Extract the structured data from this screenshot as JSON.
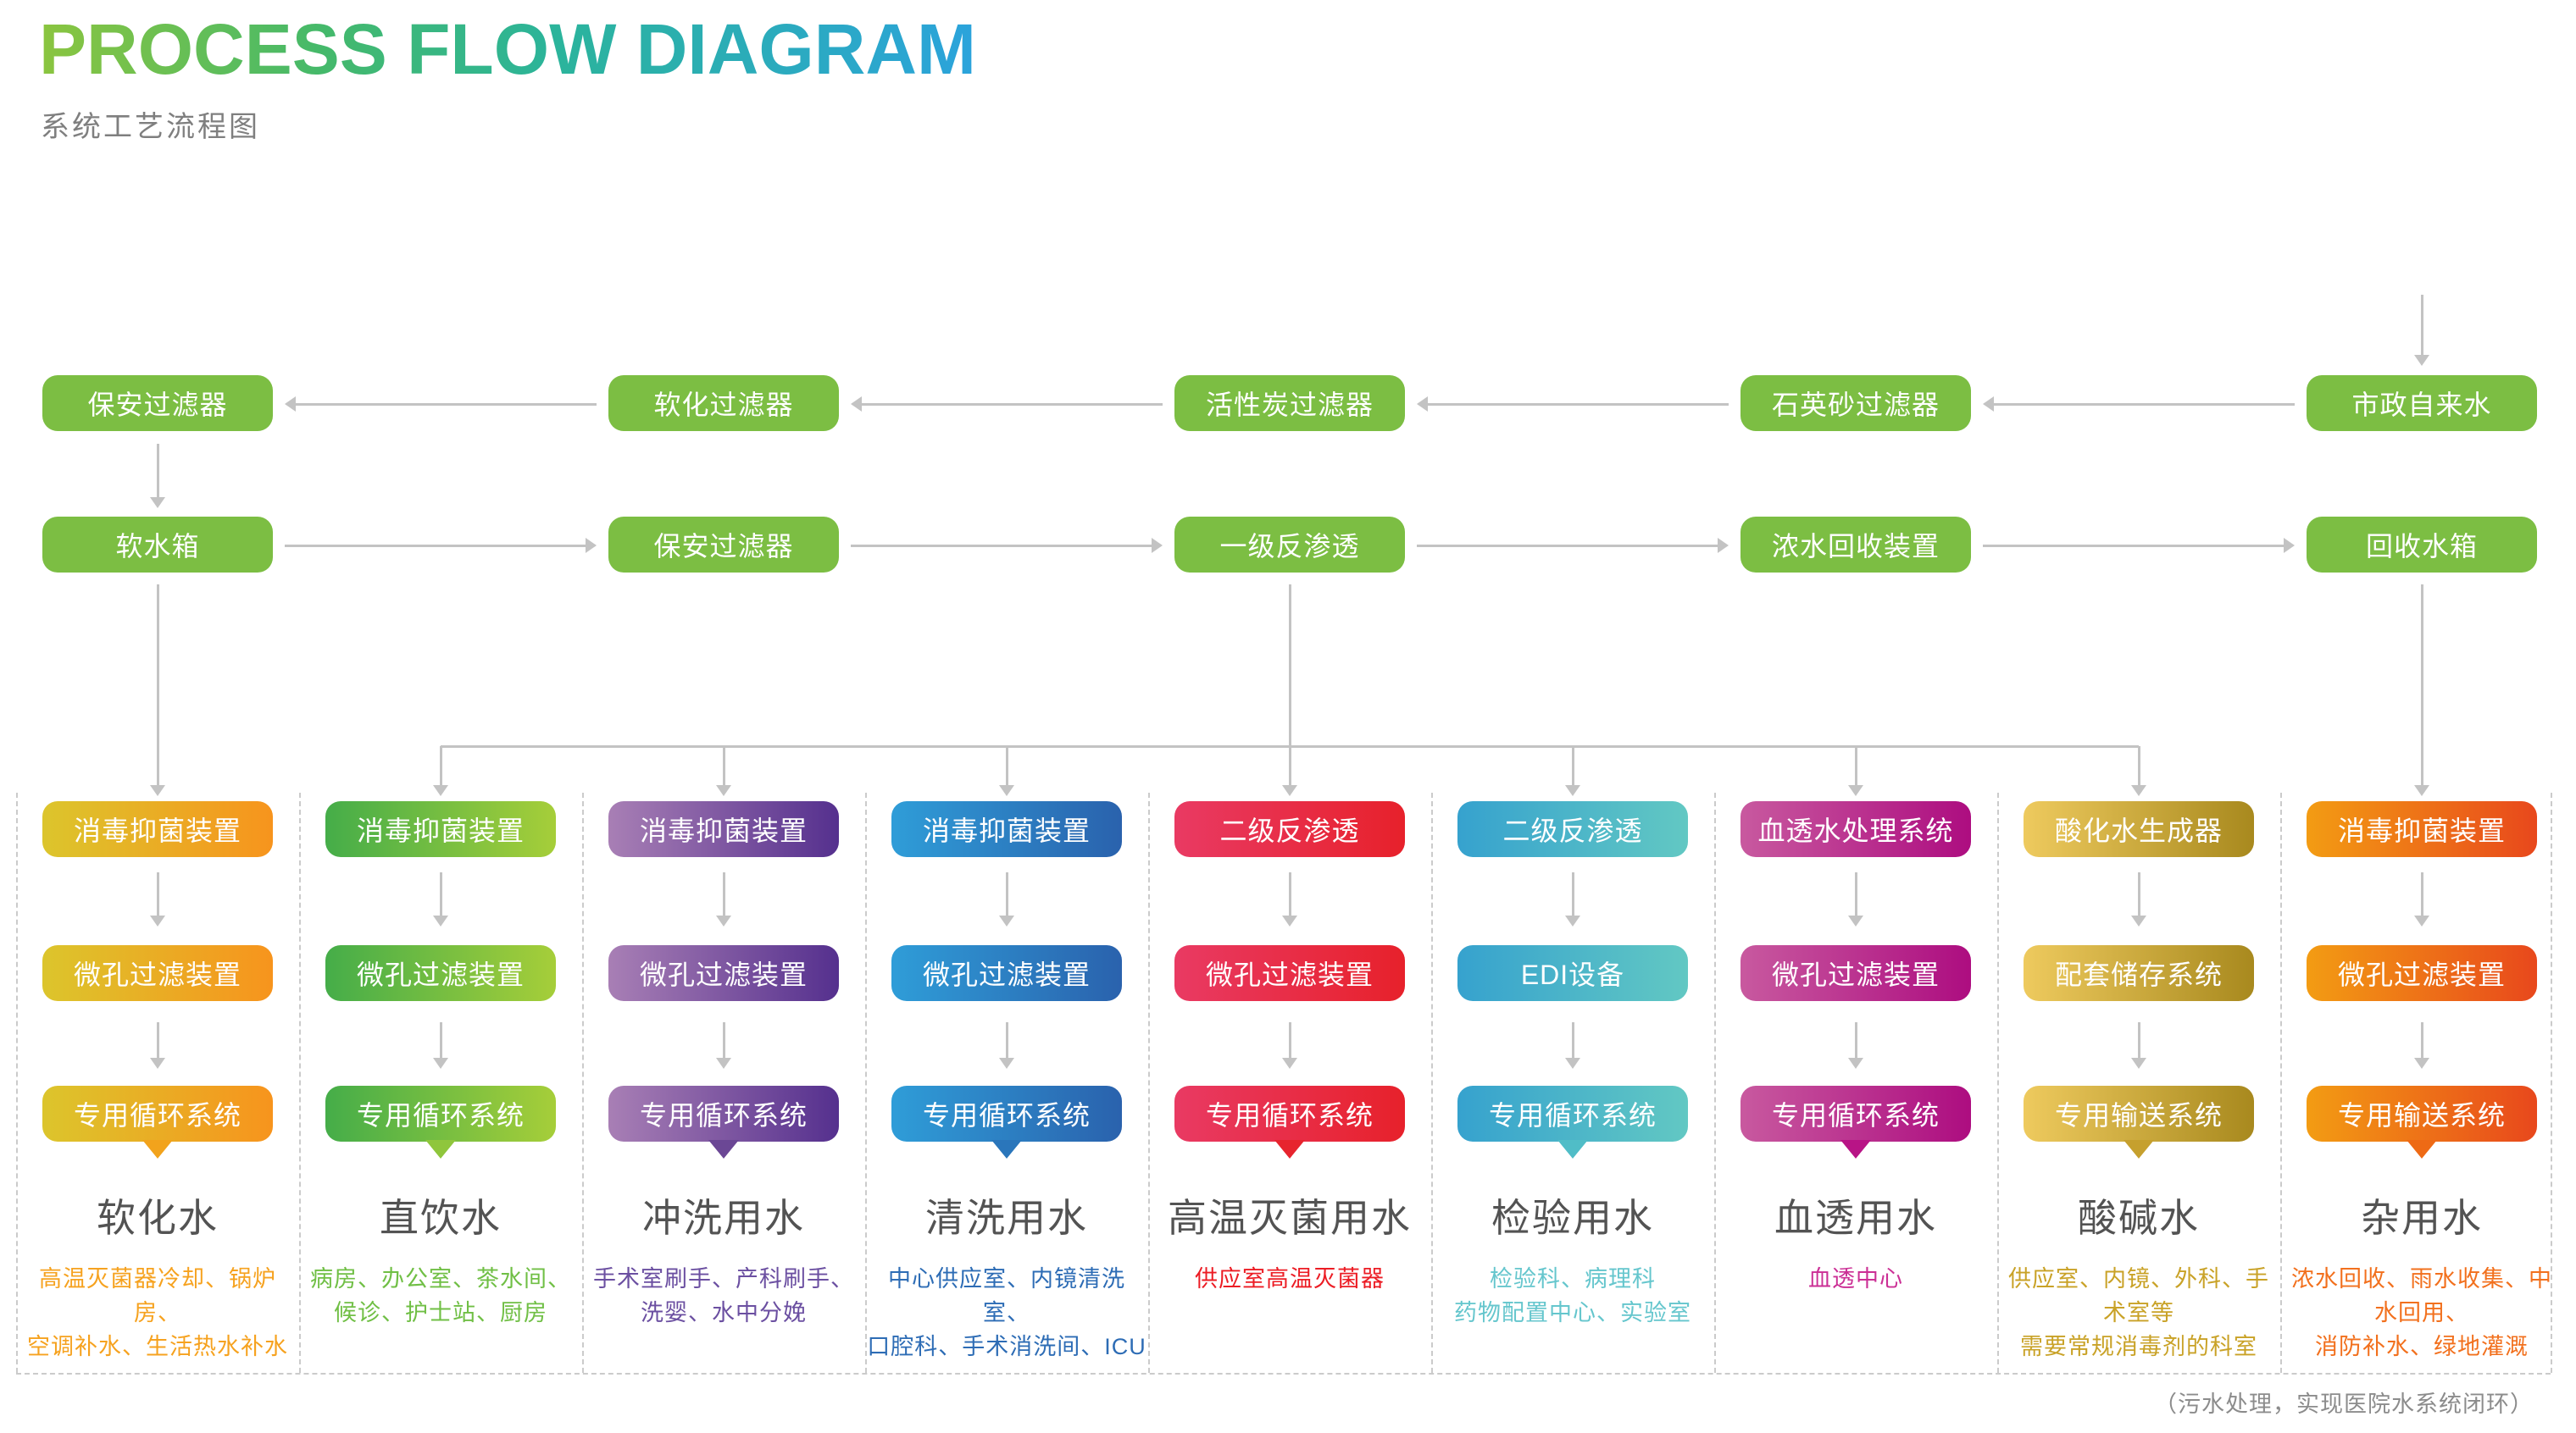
{
  "header": {
    "title": "PROCESS FLOW DIAGRAM",
    "subtitle": "系统工艺流程图"
  },
  "top_flow": {
    "box_color": "#7cbe43",
    "row1": [
      "保安过滤器",
      "软化过滤器",
      "活性炭过滤器",
      "石英砂过滤器",
      "市政自来水"
    ],
    "row2": [
      "软水箱",
      "保安过滤器",
      "一级反渗透",
      "浓水回收装置",
      "回收水箱"
    ]
  },
  "columns": [
    {
      "key": "softened-water",
      "boxes": [
        "消毒抑菌装置",
        "微孔过滤装置",
        "专用循环系统"
      ],
      "title": "软化水",
      "desc_lines": [
        "高温灭菌器冷却、锅炉房、",
        "空调补水、生活热水补水"
      ],
      "grad": [
        "#dcc52c",
        "#f7941d"
      ],
      "tail": "#f2a31c",
      "desc_color": "#f6a21f"
    },
    {
      "key": "drinking-water",
      "boxes": [
        "消毒抑菌装置",
        "微孔过滤装置",
        "专用循环系统"
      ],
      "title": "直饮水",
      "desc_lines": [
        "病房、办公室、茶水间、",
        "候诊、护士站、厨房"
      ],
      "grad": [
        "#45ad49",
        "#a6ce39"
      ],
      "tail": "#8fc63c",
      "desc_color": "#70bf45"
    },
    {
      "key": "rinsing-water",
      "boxes": [
        "消毒抑菌装置",
        "微孔过滤装置",
        "专用循环系统"
      ],
      "title": "冲洗用水",
      "desc_lines": [
        "手术室刷手、产科刷手、",
        "洗婴、水中分娩"
      ],
      "grad": [
        "#a87fb5",
        "#55308e"
      ],
      "tail": "#6b4795",
      "desc_color": "#6b4fa1"
    },
    {
      "key": "cleaning-water",
      "boxes": [
        "消毒抑菌装置",
        "微孔过滤装置",
        "专用循环系统"
      ],
      "title": "清洗用水",
      "desc_lines": [
        "中心供应室、内镜清洗室、",
        "口腔科、手术消洗间、ICU"
      ],
      "grad": [
        "#2f9dd8",
        "#2a62ad"
      ],
      "tail": "#2a76bb",
      "desc_color": "#2d6cb5"
    },
    {
      "key": "high-temp-sterilization-water",
      "boxes": [
        "二级反渗透",
        "微孔过滤装置",
        "专用循环系统"
      ],
      "title": "高温灭菌用水",
      "desc_lines": [
        "供应室高温灭菌器"
      ],
      "grad": [
        "#e93a63",
        "#e7212b"
      ],
      "tail": "#e7242e",
      "desc_color": "#ec1c24"
    },
    {
      "key": "laboratory-water",
      "boxes": [
        "二级反渗透",
        "EDI设备",
        "专用循环系统"
      ],
      "title": "检验用水",
      "desc_lines": [
        "检验科、病理科",
        "药物配置中心、实验室"
      ],
      "grad": [
        "#36a2ce",
        "#62c8c3"
      ],
      "tail": "#50bdc7",
      "desc_color": "#65c6cd"
    },
    {
      "key": "hemodialysis-water",
      "boxes": [
        "血透水处理系统",
        "微孔过滤装置",
        "专用循环系统"
      ],
      "title": "血透用水",
      "desc_lines": [
        "血透中心"
      ],
      "grad": [
        "#c8599f",
        "#ad0d80"
      ],
      "tail": "#b81486",
      "desc_color": "#cb2f95"
    },
    {
      "key": "acid-alkaline-water",
      "boxes": [
        "酸化水生成器",
        "配套储存系统",
        "专用输送系统"
      ],
      "title": "酸碱水",
      "desc_lines": [
        "供应室、内镜、外科、手术室等",
        "需要常规消毒剂的科室"
      ],
      "grad": [
        "#eeca5e",
        "#a8891e"
      ],
      "tail": "#c6a02e",
      "desc_color": "#c9a227"
    },
    {
      "key": "miscellaneous-water",
      "boxes": [
        "消毒抑菌装置",
        "微孔过滤装置",
        "专用输送系统"
      ],
      "title": "杂用水",
      "desc_lines": [
        "浓水回收、雨水收集、中水回用、",
        "消防补水、绿地灌溉"
      ],
      "grad": [
        "#f39c13",
        "#e8481c"
      ],
      "tail": "#ee6a15",
      "desc_color": "#f2701d"
    }
  ],
  "footer": {
    "note": "（污水处理，实现医院水系统闭环）"
  },
  "colors": {
    "arrow": "#c3c3c3",
    "dashed_line": "#cbcbcb",
    "green_box": "#7cbe43",
    "column_title": "#535353"
  }
}
